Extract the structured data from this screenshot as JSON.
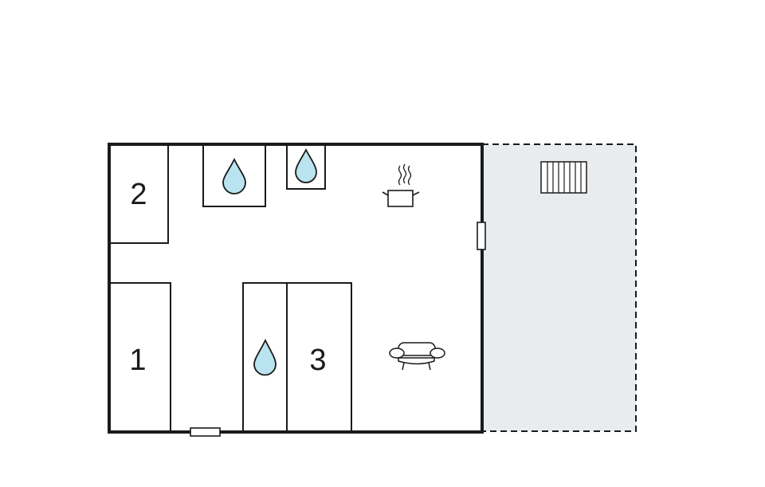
{
  "rooms": [
    {
      "id": "bedroom-1",
      "label": "1"
    },
    {
      "id": "bedroom-2",
      "label": "2"
    },
    {
      "id": "bedroom-3",
      "label": "3"
    }
  ],
  "colors": {
    "wall": "#1a1a1a",
    "terrace_fill": "#e8ecee",
    "water_fill": "#b9e3ef",
    "line": "#1a1a1a",
    "background": "#ffffff"
  },
  "icons": {
    "water": "water-drop-icon",
    "kitchen": "cooking-pot-icon",
    "living": "sofa-icon",
    "terrace": "bbq-grill-icon"
  }
}
